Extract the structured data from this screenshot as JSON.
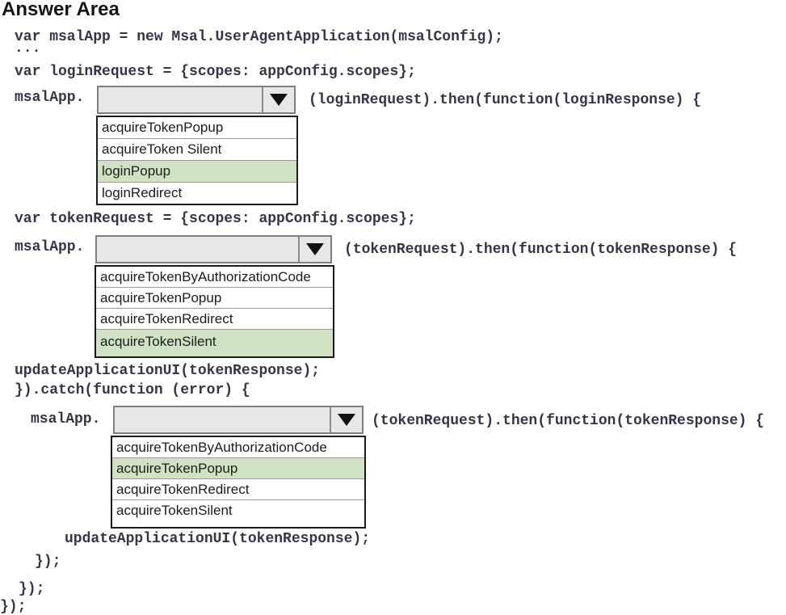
{
  "title": "Answer Area",
  "colors": {
    "code_text": "#35354a",
    "highlight_green": "#cfe3c4",
    "select_fill": "#e7e7e7",
    "select_border": "#7f7f7f",
    "list_border": "#1a1a1a"
  },
  "icons": {
    "dropdown_arrow": "filled-down-triangle"
  },
  "code": {
    "l1": "var msalApp = new Msal.UserAgentApplication(msalConfig);",
    "l2": "...",
    "l3": "var loginRequest = {scopes: appConfig.scopes};",
    "l4": "var tokenRequest = {scopes: appConfig.scopes};",
    "l5": "updateApplicationUI(tokenResponse);",
    "l6": "}).catch(function (error) {",
    "l7": "updateApplicationUI(tokenResponse);",
    "l8": "});",
    "l9": "});",
    "l10": "});"
  },
  "dropdown1": {
    "prefix": "msalApp.",
    "selected_value": "",
    "suffix": "(loginRequest).then(function(loginResponse) {",
    "options": [
      "acquireTokenPopup",
      "acquireToken Silent",
      "loginPopup",
      "loginRedirect"
    ],
    "selected_option": "loginPopup"
  },
  "dropdown2": {
    "prefix": "msalApp.",
    "selected_value": "",
    "suffix": "(tokenRequest).then(function(tokenResponse) {",
    "options": [
      "acquireTokenByAuthorizationCode",
      "acquireTokenPopup",
      "acquireTokenRedirect",
      "acquireTokenSilent"
    ],
    "selected_option": "acquireTokenSilent"
  },
  "dropdown3": {
    "prefix": "msalApp.",
    "selected_value": "",
    "suffix": "(tokenRequest).then(function(tokenResponse) {",
    "options": [
      "acquireTokenByAuthorizationCode",
      "acquireTokenPopup",
      "acquireTokenRedirect",
      "acquireTokenSilent"
    ],
    "selected_option": "acquireTokenPopup"
  }
}
